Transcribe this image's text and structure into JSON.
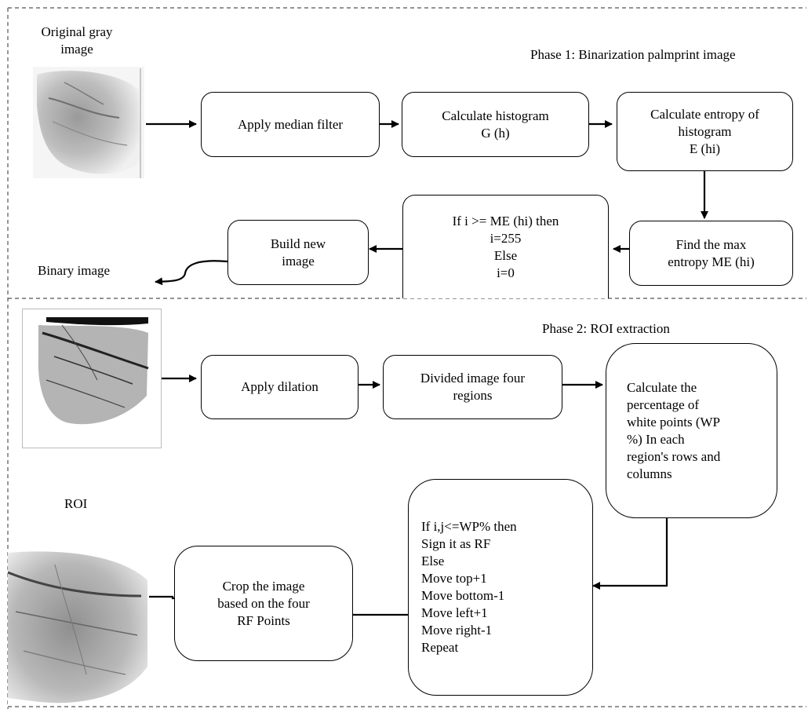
{
  "phase1": {
    "title": "Phase 1: Binarization palmprint image",
    "input_label": "Original gray\nimage",
    "output_label": "Binary image",
    "steps": {
      "median": "Apply median filter",
      "histogram": "Calculate histogram\nG (h)",
      "entropy": "Calculate entropy of\nhistogram\nE (hi)",
      "max_entropy": "Find the max\nentropy ME (hi)",
      "threshold": "If i >= ME (hi) then\ni=255\nElse\ni=0",
      "build": "Build new\nimage"
    }
  },
  "phase2": {
    "title": "Phase 2: ROI extraction",
    "output_label": "ROI",
    "steps": {
      "dilation": "Apply dilation",
      "divide": "Divided image four\nregions",
      "percentage": "Calculate the\npercentage of\nwhite points (WP\n%) In each\nregion's rows and\ncolumns",
      "rf_check": "If i,j<=WP% then\nSign it as RF\nElse\nMove top+1\nMove bottom-1\nMove left+1\nMove right-1\nRepeat",
      "crop": "Crop the image\nbased on the four\nRF Points"
    }
  },
  "colors": {
    "border": "#000000",
    "dashed": "#555555",
    "background": "#ffffff"
  }
}
